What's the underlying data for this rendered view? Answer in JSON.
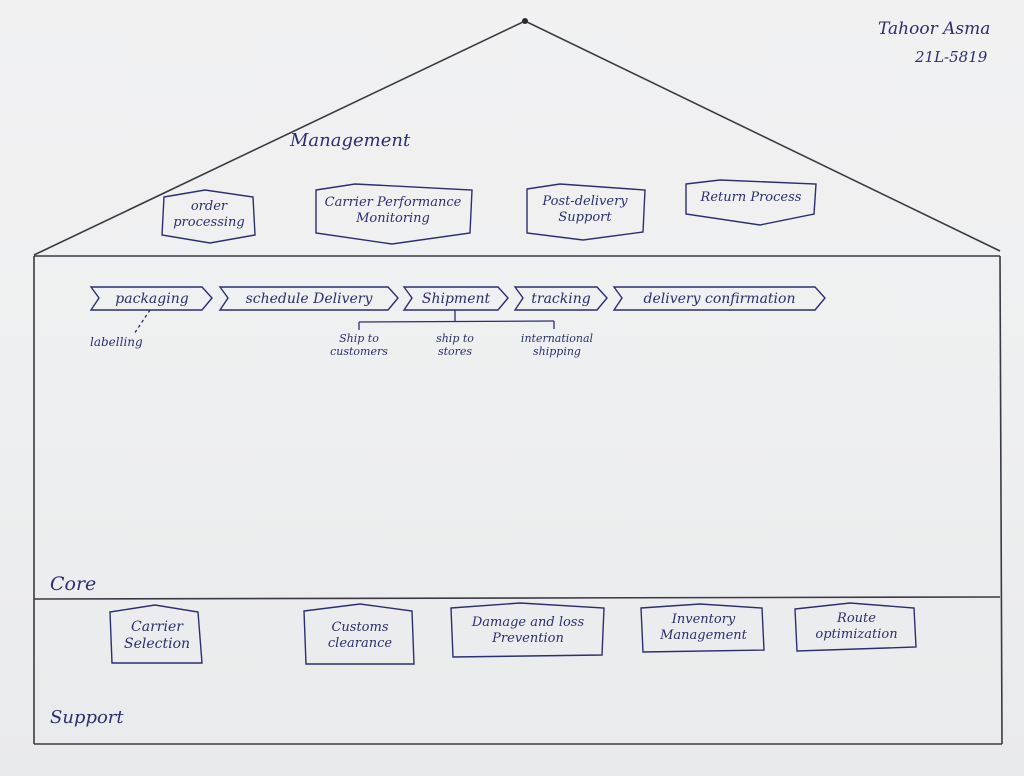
{
  "author": {
    "name": "Tahoor Asma",
    "id": "21L-5819"
  },
  "sections": {
    "management": "Management",
    "core": "Core",
    "support": "Support"
  },
  "management_items": [
    "order processing",
    "Carrier Performance Monitoring",
    "Post-delivery Support",
    "Return Process"
  ],
  "core_flow": [
    "packaging",
    "schedule Delivery",
    "Shipment",
    "tracking",
    "delivery confirmation"
  ],
  "packaging_sub": [
    "labelling"
  ],
  "shipment_sub": [
    "Ship to customers",
    "ship to stores",
    "international shipping"
  ],
  "support_items": [
    "Carrier Selection",
    "Customs clearance",
    "Damage and loss Prevention",
    "Inventory Management",
    "Route optimization"
  ]
}
